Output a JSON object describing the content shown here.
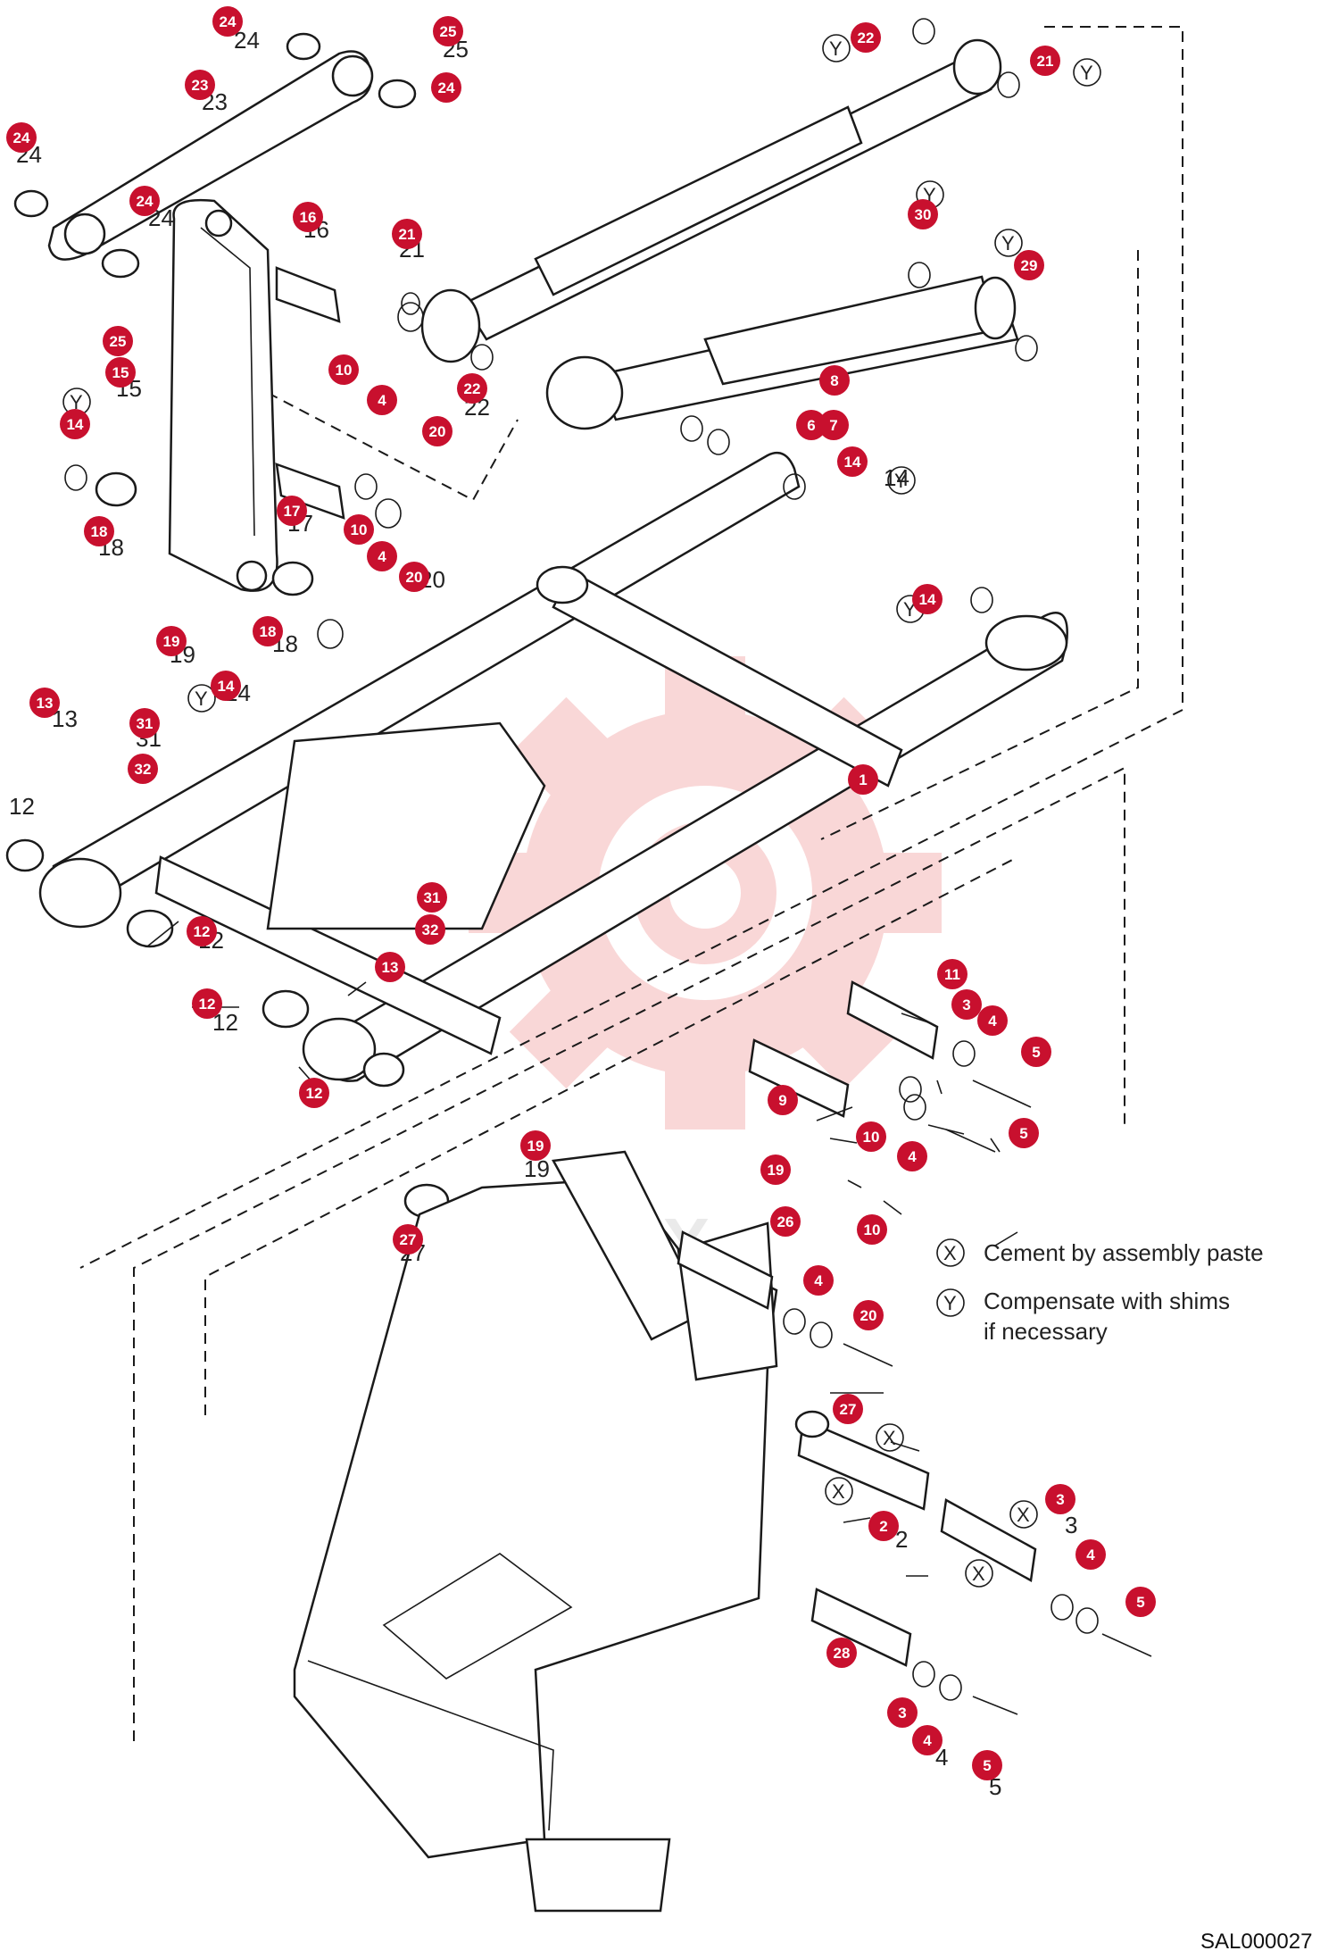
{
  "legend": {
    "x_symbol": "X",
    "x_text": "Cement by assembly paste",
    "y_symbol": "Y",
    "y_text_1": "Compensate with shims",
    "y_text_2": "if necessary"
  },
  "drawing_code": "SAL000027",
  "watermark_text": "DITEX",
  "colors": {
    "callout": "#c8102e",
    "watermark": "#f4b6b6"
  },
  "callouts": [
    {
      "n": "24"
    },
    {
      "n": "25"
    },
    {
      "n": "24"
    },
    {
      "n": "23"
    },
    {
      "n": "24"
    },
    {
      "n": "24"
    },
    {
      "n": "25"
    },
    {
      "n": "15"
    },
    {
      "n": "16"
    },
    {
      "n": "21"
    },
    {
      "n": "10"
    },
    {
      "n": "4"
    },
    {
      "n": "22"
    },
    {
      "n": "20"
    },
    {
      "n": "14"
    },
    {
      "n": "18"
    },
    {
      "n": "17"
    },
    {
      "n": "10"
    },
    {
      "n": "4"
    },
    {
      "n": "20"
    },
    {
      "n": "19"
    },
    {
      "n": "18"
    },
    {
      "n": "14"
    },
    {
      "n": "22"
    },
    {
      "n": "21"
    },
    {
      "n": "30"
    },
    {
      "n": "29"
    },
    {
      "n": "8"
    },
    {
      "n": "6"
    },
    {
      "n": "7"
    },
    {
      "n": "14"
    },
    {
      "n": "14"
    },
    {
      "n": "13"
    },
    {
      "n": "31"
    },
    {
      "n": "32"
    },
    {
      "n": "1"
    },
    {
      "n": "12"
    },
    {
      "n": "31"
    },
    {
      "n": "32"
    },
    {
      "n": "13"
    },
    {
      "n": "12"
    },
    {
      "n": "12"
    },
    {
      "n": "11"
    },
    {
      "n": "3"
    },
    {
      "n": "4"
    },
    {
      "n": "5"
    },
    {
      "n": "9"
    },
    {
      "n": "10"
    },
    {
      "n": "4"
    },
    {
      "n": "5"
    },
    {
      "n": "19"
    },
    {
      "n": "19"
    },
    {
      "n": "27"
    },
    {
      "n": "26"
    },
    {
      "n": "10"
    },
    {
      "n": "4"
    },
    {
      "n": "20"
    },
    {
      "n": "27"
    },
    {
      "n": "2"
    },
    {
      "n": "3"
    },
    {
      "n": "4"
    },
    {
      "n": "5"
    },
    {
      "n": "28"
    },
    {
      "n": "3"
    },
    {
      "n": "4"
    },
    {
      "n": "5"
    }
  ],
  "part_labels": [
    {
      "t": "24"
    },
    {
      "t": "25"
    },
    {
      "t": "23"
    },
    {
      "t": "24"
    },
    {
      "t": "24"
    },
    {
      "t": "15"
    },
    {
      "t": "16"
    },
    {
      "t": "21"
    },
    {
      "t": "22"
    },
    {
      "t": "18"
    },
    {
      "t": "17"
    },
    {
      "t": "20"
    },
    {
      "t": "18"
    },
    {
      "t": "19"
    },
    {
      "t": "14"
    },
    {
      "t": "14"
    },
    {
      "t": "13"
    },
    {
      "t": "31"
    },
    {
      "t": "12"
    },
    {
      "t": "12"
    },
    {
      "t": "12"
    },
    {
      "t": "2"
    },
    {
      "t": "27"
    },
    {
      "t": "19"
    },
    {
      "t": "4"
    },
    {
      "t": "5"
    },
    {
      "t": "3"
    }
  ]
}
